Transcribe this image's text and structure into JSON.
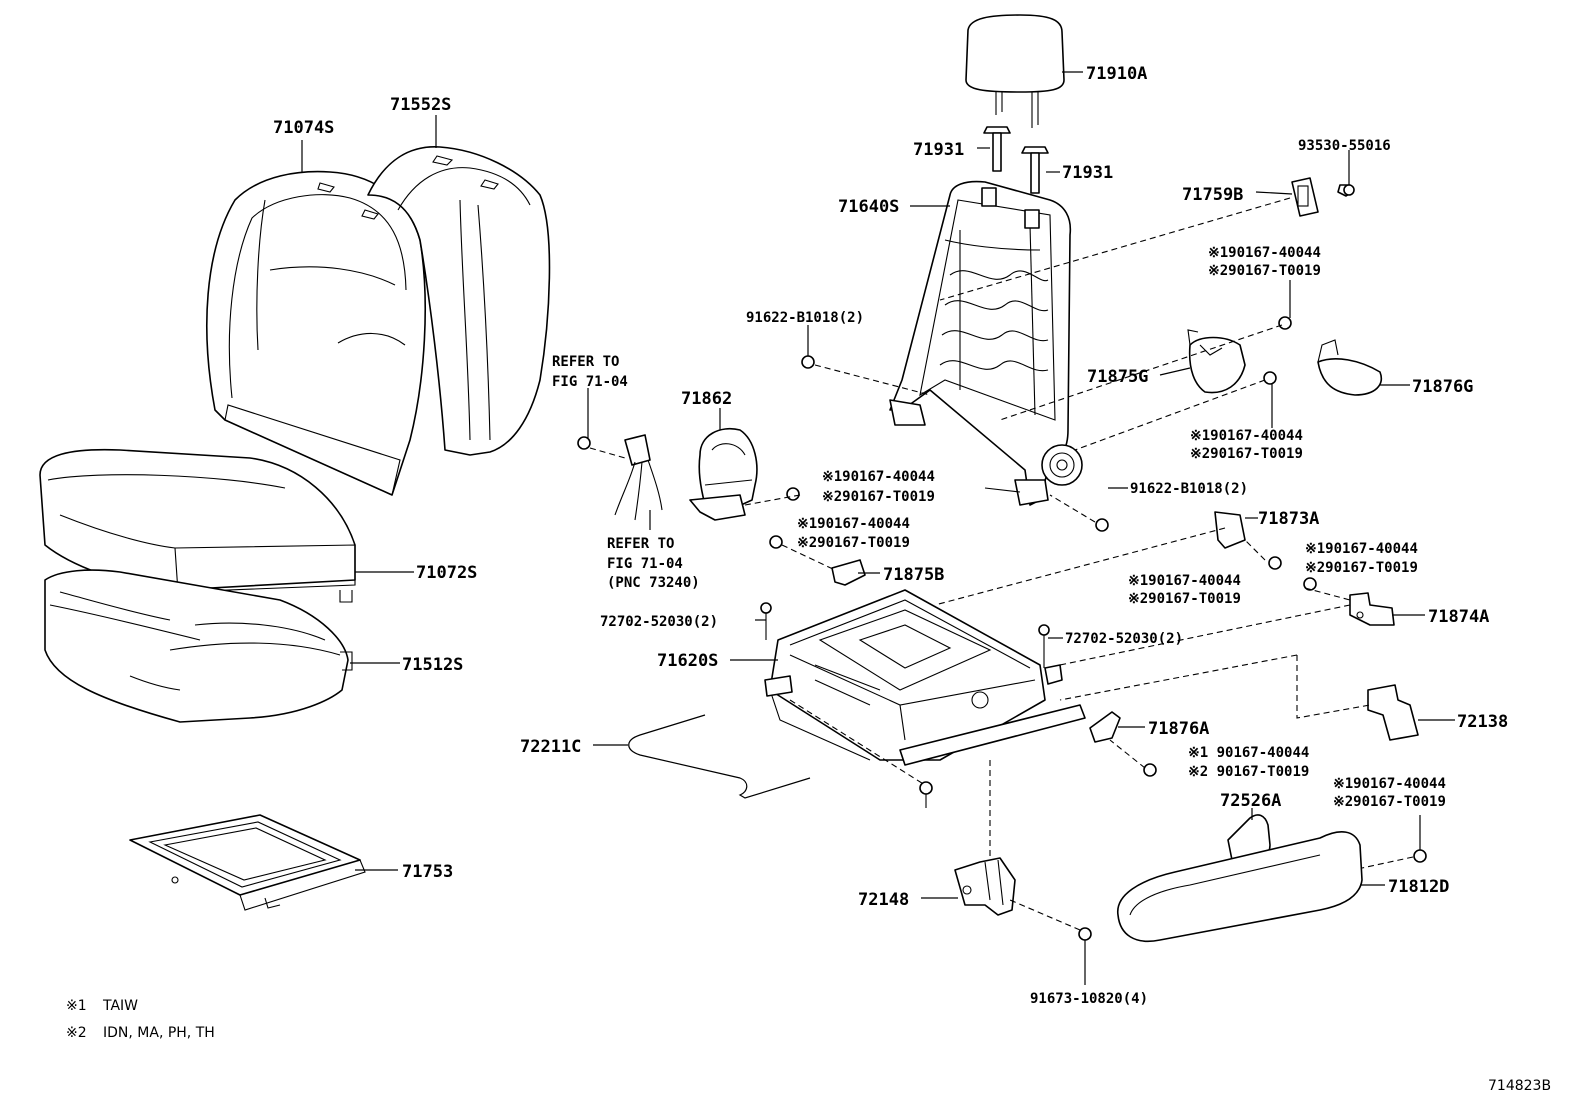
{
  "diagram": {
    "figure_id": "714823B",
    "legend": [
      {
        "mark": "※1",
        "text": "TAIW"
      },
      {
        "mark": "※2",
        "text": "IDN, MA, PH, TH"
      }
    ],
    "parts": {
      "p71074S": "71074S",
      "p71552S": "71552S",
      "p71072S": "71072S",
      "p71512S": "71512S",
      "p71753": "71753",
      "p71910A": "71910A",
      "p71931_a": "71931",
      "p71931_b": "71931",
      "p71640S": "71640S",
      "p71759B": "71759B",
      "p93530": "93530-55016",
      "p91622_a": "91622-B1018(2)",
      "p91622_b": "91622-B1018(2)",
      "p71875G": "71875G",
      "p71876G": "71876G",
      "p71862": "71862",
      "p71873A": "71873A",
      "p71875B": "71875B",
      "p72702_a": "72702-52030(2)",
      "p72702_b": "72702-52030(2)",
      "p71620S": "71620S",
      "p71874A": "71874A",
      "p72138": "72138",
      "p72211C": "72211C",
      "p71876A": "71876A",
      "p72526A": "72526A",
      "p71812D": "71812D",
      "p72148": "72148",
      "p91673": "91673-10820(4)"
    },
    "refer1": [
      "REFER TO",
      "FIG 71-04"
    ],
    "refer2": [
      "REFER TO",
      "FIG 71-04",
      "(PNC 73240)"
    ],
    "bolt_notes": {
      "a1": "※190167-40044",
      "a2": "※290167-T0019",
      "b1": "※190167-40044",
      "b2": "※290167-T0019",
      "c1": "※190167-40044",
      "c2": "※290167-T0019",
      "d1": "※190167-40044",
      "d2": "※290167-T0019",
      "e1": "※190167-40044",
      "e2": "※290167-T0019",
      "f1": "※190167-40044",
      "f2": "※290167-T0019",
      "g1": "※1 90167-40044",
      "g2": "※2 90167-T0019",
      "h1": "※190167-40044",
      "h2": "※290167-T0019"
    }
  }
}
